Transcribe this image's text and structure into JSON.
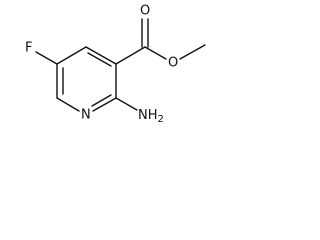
{
  "molecule": {
    "labels": {
      "fluorine": "F",
      "ring_nitrogen": "N",
      "amino": "NH",
      "amino_subscript": "2",
      "carbonyl_oxygen": "O",
      "ester_oxygen": "O"
    },
    "colors": {
      "bond": "#111111",
      "label": "#111111",
      "background": "#ffffff"
    }
  }
}
